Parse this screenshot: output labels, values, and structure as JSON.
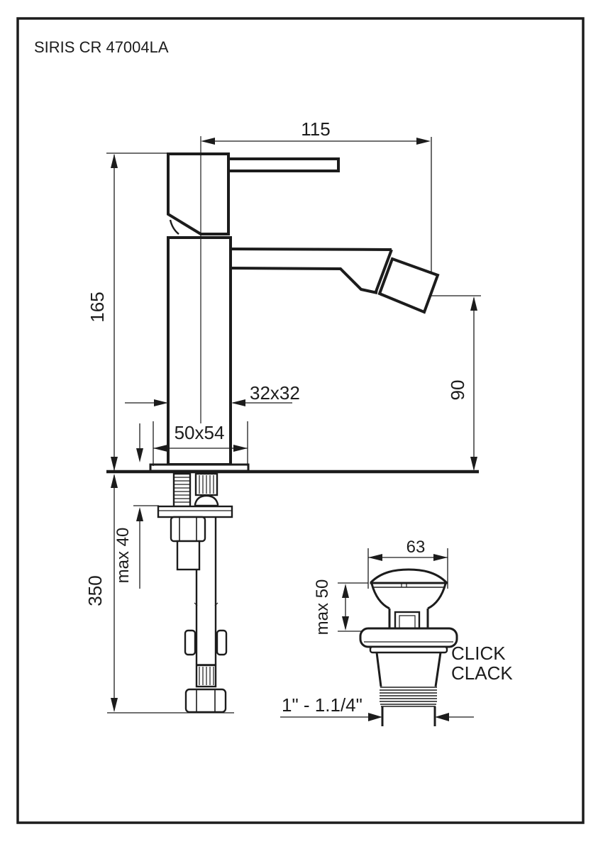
{
  "title": "SIRIS CR 47004LA",
  "colors": {
    "ink": "#1c1c1c",
    "paper": "#ffffff"
  },
  "drawing": {
    "product": "single-lever bidet mixer technical drawing",
    "dims": {
      "spout_reach": "115",
      "body_height": "165",
      "spout_height": "90",
      "body_section": "32x32",
      "base_section": "50x54",
      "max_mounting_thickness": "max 40",
      "hose_length": "350",
      "plug_diameter": "63",
      "plug_max_height": "max 50",
      "waste_type_line1": "CLICK",
      "waste_type_line2": "CLACK",
      "waste_thread": "1\" - 1.1/4\""
    }
  }
}
